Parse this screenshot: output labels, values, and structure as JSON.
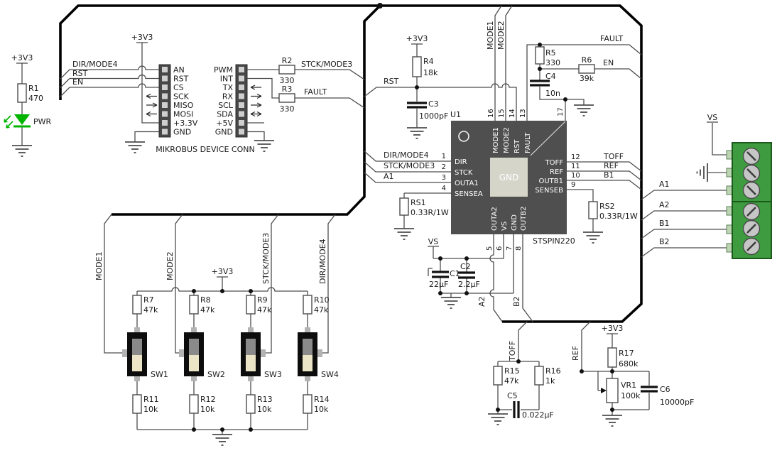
{
  "led": {
    "rail": "+3V3",
    "r_ref": "R1",
    "r_val": "470",
    "label": "PWR"
  },
  "mikrobus": {
    "title": "MIKROBUS DEVICE CONN",
    "rail": "+3V3",
    "left_pins": [
      "AN",
      "RST",
      "CS",
      "SCK",
      "MISO",
      "MOSI",
      "+3.3V",
      "GND"
    ],
    "right_pins": [
      "PWM",
      "INT",
      "TX",
      "RX",
      "SCL",
      "SDA",
      "+5V",
      "GND"
    ],
    "net_dir": "DIR/MODE4",
    "net_rst": "RST",
    "net_en": "EN"
  },
  "r2": {
    "ref": "R2",
    "val": "330",
    "net": "STCK/MODE3"
  },
  "r3": {
    "ref": "R3",
    "val": "330",
    "net": "FAULT"
  },
  "rstnet": {
    "net": "RST",
    "rail": "+3V3",
    "r_ref": "R4",
    "r_val": "18k",
    "c_ref": "C3",
    "c_val": "1000pF"
  },
  "topnets": {
    "mode1": "MODE1",
    "mode2": "MODE2",
    "fault": "FAULT",
    "en": "EN"
  },
  "r5": {
    "ref": "R5",
    "val": "330"
  },
  "r6": {
    "ref": "R6",
    "val": "39k"
  },
  "c4": {
    "ref": "C4",
    "val": "10n"
  },
  "pin17": "17",
  "chip": {
    "ref": "U1",
    "part": "STSPIN220",
    "pad": "GND",
    "top_nums": [
      "16",
      "15",
      "14",
      "13"
    ],
    "top_names": [
      "MODE1",
      "MODE2",
      "RST",
      "FAULT"
    ],
    "left_nums": [
      "1",
      "2",
      "3",
      "4"
    ],
    "left_names": [
      "DIR",
      "STCK",
      "OUTA1",
      "SENSEA"
    ],
    "right_nums": [
      "12",
      "11",
      "10",
      "9"
    ],
    "right_names": [
      "TOFF",
      "REF",
      "OUTB1",
      "SENSEB"
    ],
    "bot_nums": [
      "5",
      "6",
      "7",
      "8"
    ],
    "bot_names": [
      "OUTA2",
      "VS",
      "GND",
      "OUTB2"
    ]
  },
  "leftnets": [
    "DIR/MODE4",
    "STCK/MODE3",
    "A1"
  ],
  "rightnets": [
    "TOFF",
    "REF",
    "B1"
  ],
  "rs1": {
    "ref": "RS1",
    "val": "0.33R/1W"
  },
  "rs2": {
    "ref": "RS2",
    "val": "0.33R/1W"
  },
  "vsnode": {
    "rail": "VS",
    "c1_ref": "C1",
    "c1_val": "22µF",
    "c2_ref": "C2",
    "c2_val": "2.2µF"
  },
  "botnets": {
    "a2": "A2",
    "b2": "B2",
    "toff": "TOFF",
    "ref": "REF"
  },
  "conn": {
    "rail": "VS",
    "a1": "A1",
    "a2": "A2",
    "b1": "B1",
    "b2": "B2"
  },
  "toffckt": {
    "r15_ref": "R15",
    "r15_val": "47k",
    "r16_ref": "R16",
    "r16_val": "1k",
    "c5_ref": "C5",
    "c5_val": "0.022µF"
  },
  "refckt": {
    "rail": "+3V3",
    "r17_ref": "R17",
    "r17_val": "680k",
    "vr_ref": "VR1",
    "vr_val": "100k",
    "c6_ref": "C6",
    "c6_val": "10000pF"
  },
  "sw": {
    "rail": "+3V3",
    "nets": [
      "MODE1",
      "MODE2",
      "STCK/MODE3",
      "DIR/MODE4"
    ],
    "pull_up_refs": [
      "R7",
      "R8",
      "R9",
      "R10"
    ],
    "pull_up_vals": [
      "47k",
      "47k",
      "47k",
      "47k"
    ],
    "names": [
      "SW1",
      "SW2",
      "SW3",
      "SW4"
    ],
    "pull_dn_refs": [
      "R11",
      "R12",
      "R13",
      "R14"
    ],
    "pull_dn_vals": [
      "10k",
      "10k",
      "10k",
      "10k"
    ]
  },
  "colors": {
    "led_green": "#00b400",
    "conn_green": "#3f9b3f",
    "conn_border": "#1c5a1c",
    "chip_gray": "#4f4f4f",
    "pad_gray": "#d5d5ca"
  }
}
